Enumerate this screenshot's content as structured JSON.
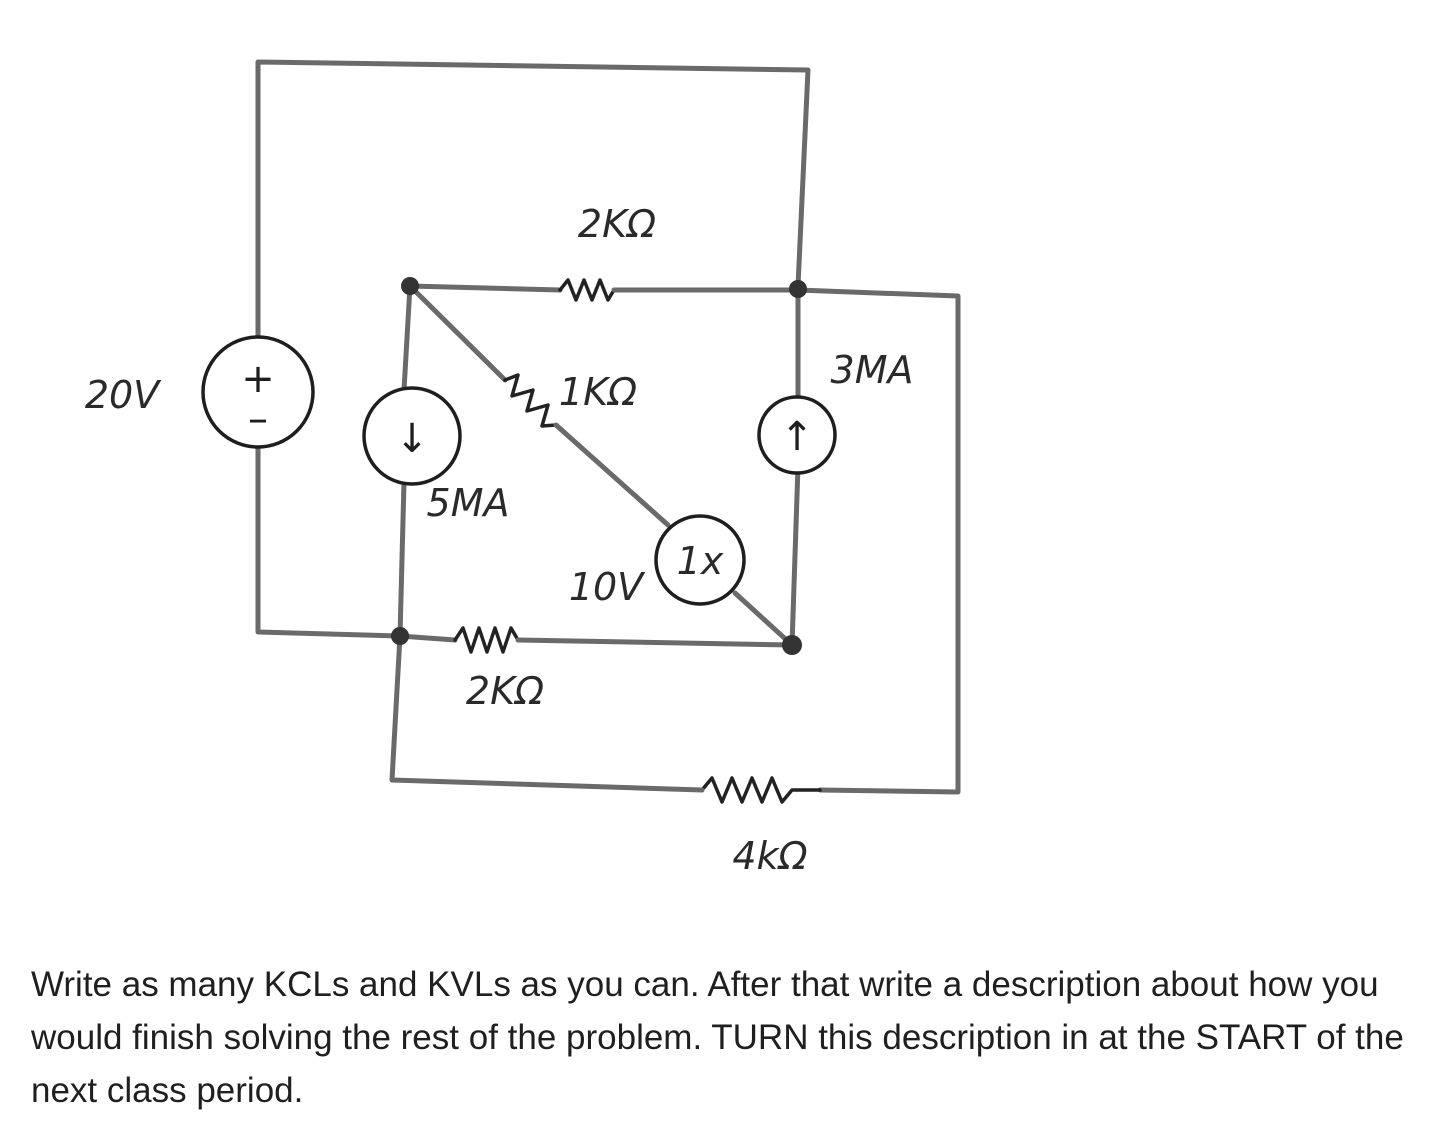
{
  "circuit": {
    "voltage_source_20v": {
      "label": "20V",
      "plus": "+",
      "minus": "–"
    },
    "current_source_5ma": {
      "label": "5MA",
      "arrow": "↓"
    },
    "current_source_3ma": {
      "label": "3MA",
      "arrow": "↑"
    },
    "resistor_top": {
      "label": "2KΩ"
    },
    "resistor_diagonal": {
      "label": "1KΩ"
    },
    "voltage_source_10v": {
      "label": "10V",
      "symbol": "1x"
    },
    "resistor_bottom": {
      "label": "2KΩ"
    },
    "resistor_outer": {
      "label": "4kΩ"
    }
  },
  "instructions": {
    "text": "Write as many KCLs and KVLs as you can.  After that write a description about how you would finish solving the rest of the problem.  TURN this description in at the START of the next class period."
  }
}
